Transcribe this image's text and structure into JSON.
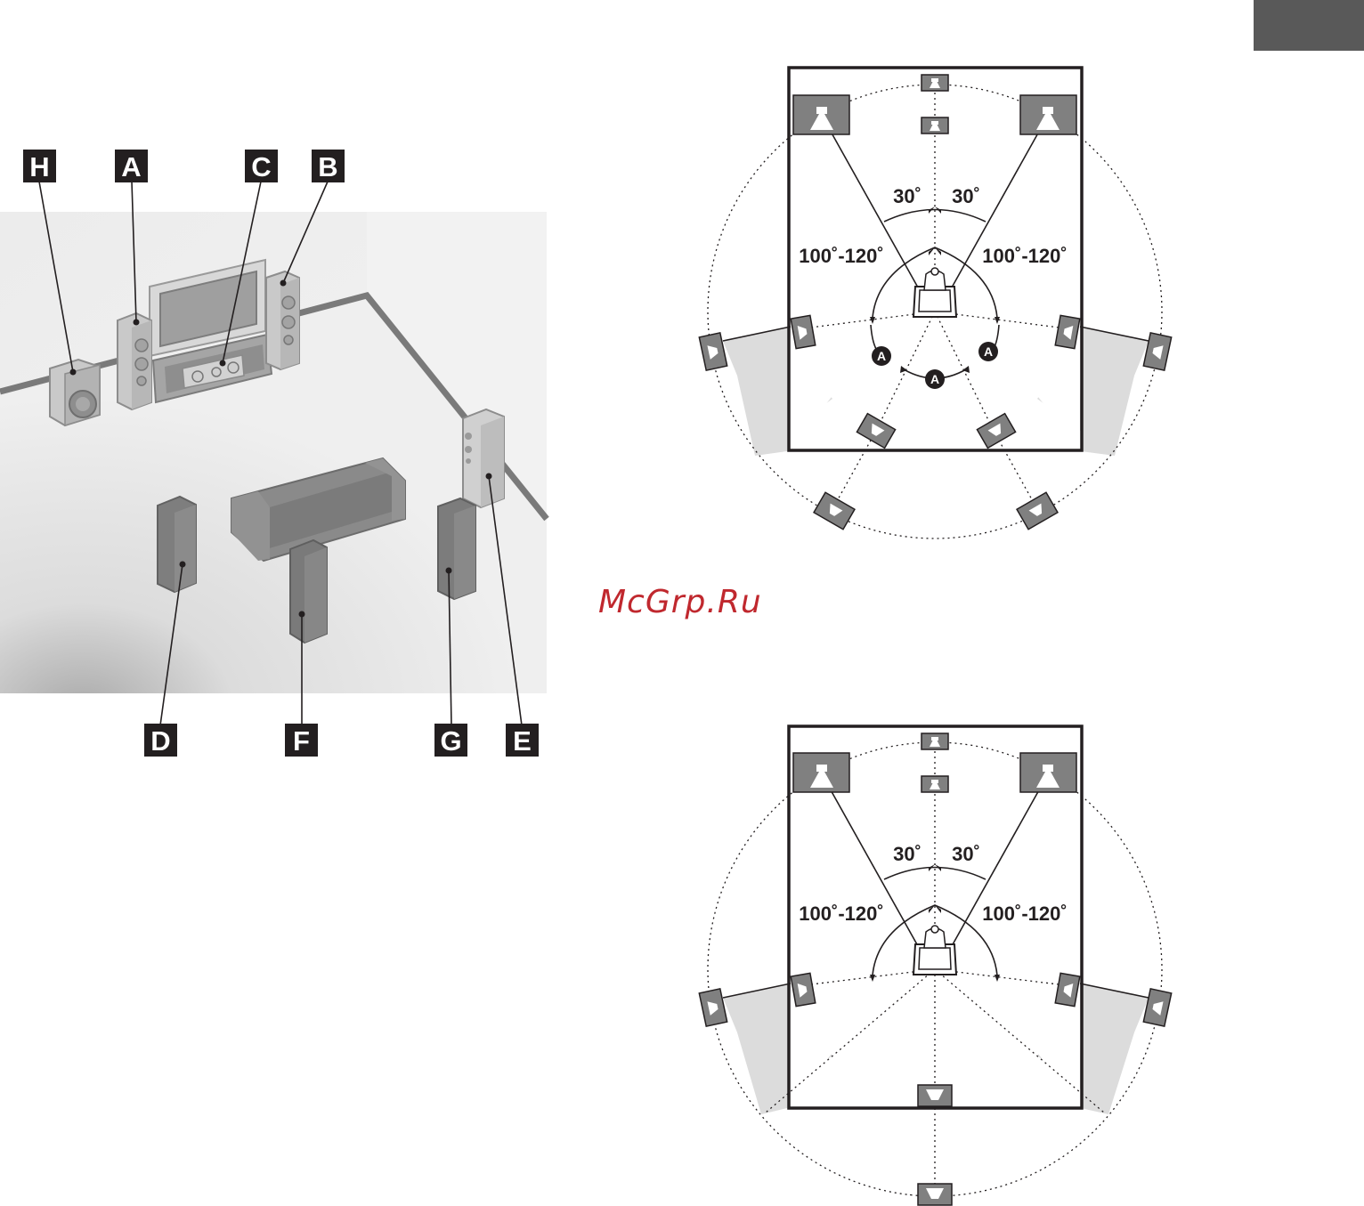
{
  "page_tab": {
    "color": "#595959"
  },
  "watermark": {
    "text": "McGrp.Ru",
    "color": "#c0282e"
  },
  "room_illustration": {
    "labels_top": [
      "H",
      "A",
      "C",
      "B"
    ],
    "labels_bottom": [
      "D",
      "F",
      "G",
      "E"
    ]
  },
  "layout_diagram_top": {
    "front_angle_left": "30˚",
    "front_angle_right": "30˚",
    "surround_angle_left": "100˚-120˚",
    "surround_angle_right": "100˚-120˚",
    "angle_badges": [
      "A",
      "A",
      "A"
    ]
  },
  "layout_diagram_bottom": {
    "front_angle_left": "30˚",
    "front_angle_right": "30˚",
    "surround_angle_left": "100˚-120˚",
    "surround_angle_right": "100˚-120˚"
  }
}
